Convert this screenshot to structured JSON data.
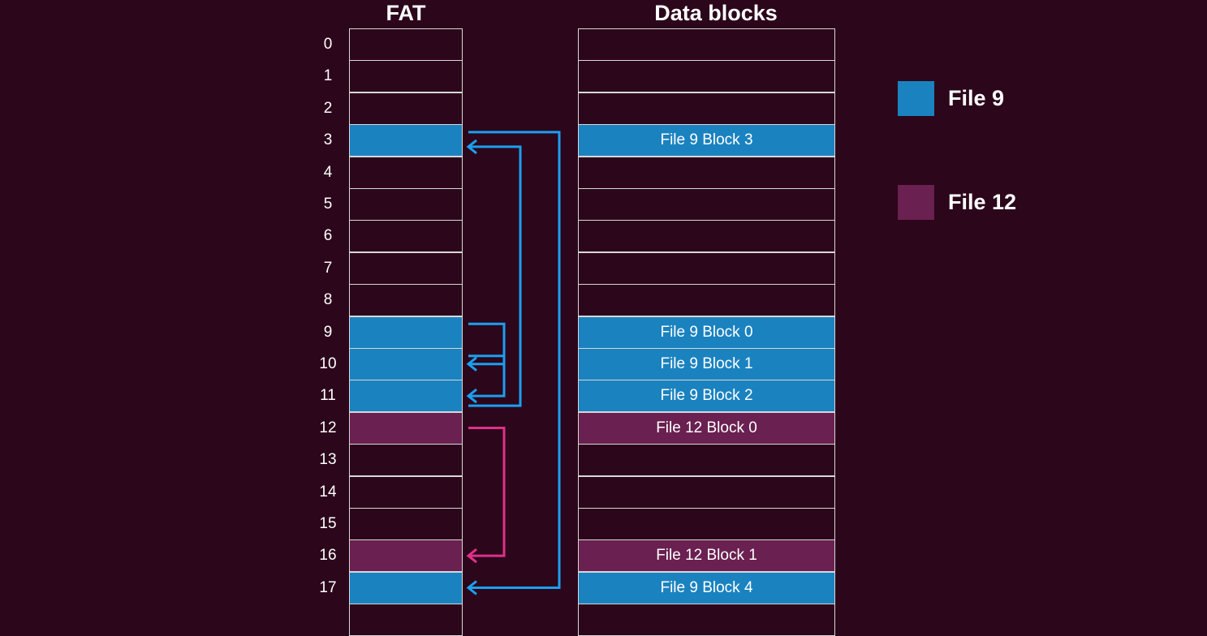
{
  "titles": {
    "fat": "FAT",
    "data": "Data blocks"
  },
  "colors": {
    "file9": "#1b82c0",
    "file12": "#6a2050",
    "arrow9": "#1aa0f0",
    "arrow12": "#e0308a"
  },
  "rows": [
    {
      "index": "0",
      "owner": "",
      "label": ""
    },
    {
      "index": "1",
      "owner": "",
      "label": ""
    },
    {
      "index": "2",
      "owner": "",
      "label": ""
    },
    {
      "index": "3",
      "owner": "file9",
      "label": "File 9 Block 3"
    },
    {
      "index": "4",
      "owner": "",
      "label": ""
    },
    {
      "index": "5",
      "owner": "",
      "label": ""
    },
    {
      "index": "6",
      "owner": "",
      "label": ""
    },
    {
      "index": "7",
      "owner": "",
      "label": ""
    },
    {
      "index": "8",
      "owner": "",
      "label": ""
    },
    {
      "index": "9",
      "owner": "file9",
      "label": "File 9 Block 0"
    },
    {
      "index": "10",
      "owner": "file9",
      "label": "File 9 Block 1"
    },
    {
      "index": "11",
      "owner": "file9",
      "label": "File 9 Block 2"
    },
    {
      "index": "12",
      "owner": "file12",
      "label": "File 12 Block 0"
    },
    {
      "index": "13",
      "owner": "",
      "label": ""
    },
    {
      "index": "14",
      "owner": "",
      "label": ""
    },
    {
      "index": "15",
      "owner": "",
      "label": ""
    },
    {
      "index": "16",
      "owner": "file12",
      "label": "File 12 Block 1"
    },
    {
      "index": "17",
      "owner": "file9",
      "label": "File 9 Block 4"
    }
  ],
  "links": [
    {
      "from": 9,
      "to": 10,
      "color": "arrow9"
    },
    {
      "from": 10,
      "to": 11,
      "color": "arrow9"
    },
    {
      "from": 11,
      "to": 3,
      "color": "arrow9"
    },
    {
      "from": 3,
      "to": 17,
      "color": "arrow9"
    },
    {
      "from": 12,
      "to": 16,
      "color": "arrow12"
    }
  ],
  "legend": [
    {
      "label": "File 9",
      "color": "file9"
    },
    {
      "label": "File 12",
      "color": "file12"
    }
  ]
}
